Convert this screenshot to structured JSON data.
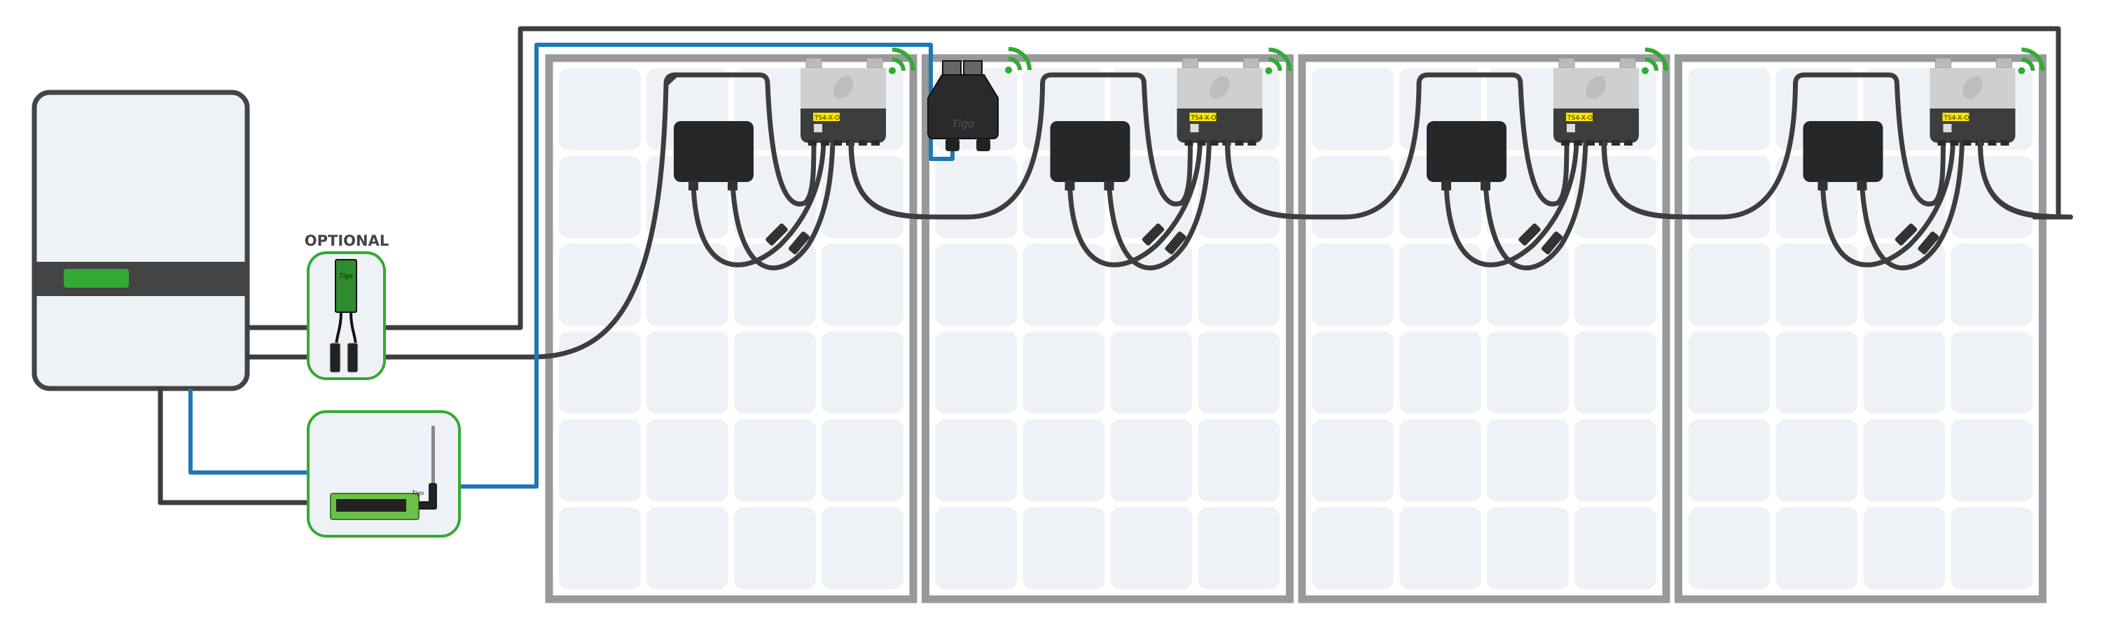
{
  "labels": {
    "optional": "OPTIONAL",
    "optimizer_model": "TS4-X-O",
    "brand": "Tigo"
  },
  "panels": [
    {
      "optimizer_label": "TS4-X-O"
    },
    {
      "optimizer_label": "TS4-X-O"
    },
    {
      "optimizer_label": "TS4-X-O"
    },
    {
      "optimizer_label": "TS4-X-O"
    }
  ],
  "colors": {
    "power_wire": "#3d3d3d",
    "comm_wire": "#1f78b4",
    "accent_green": "#33aa33",
    "panel_frame": "#98999c",
    "panel_cell": "#eef2f7",
    "label_yellow": "#ffe600"
  },
  "icons": [
    "wifi-signal-icon",
    "leaf-logo-icon"
  ]
}
